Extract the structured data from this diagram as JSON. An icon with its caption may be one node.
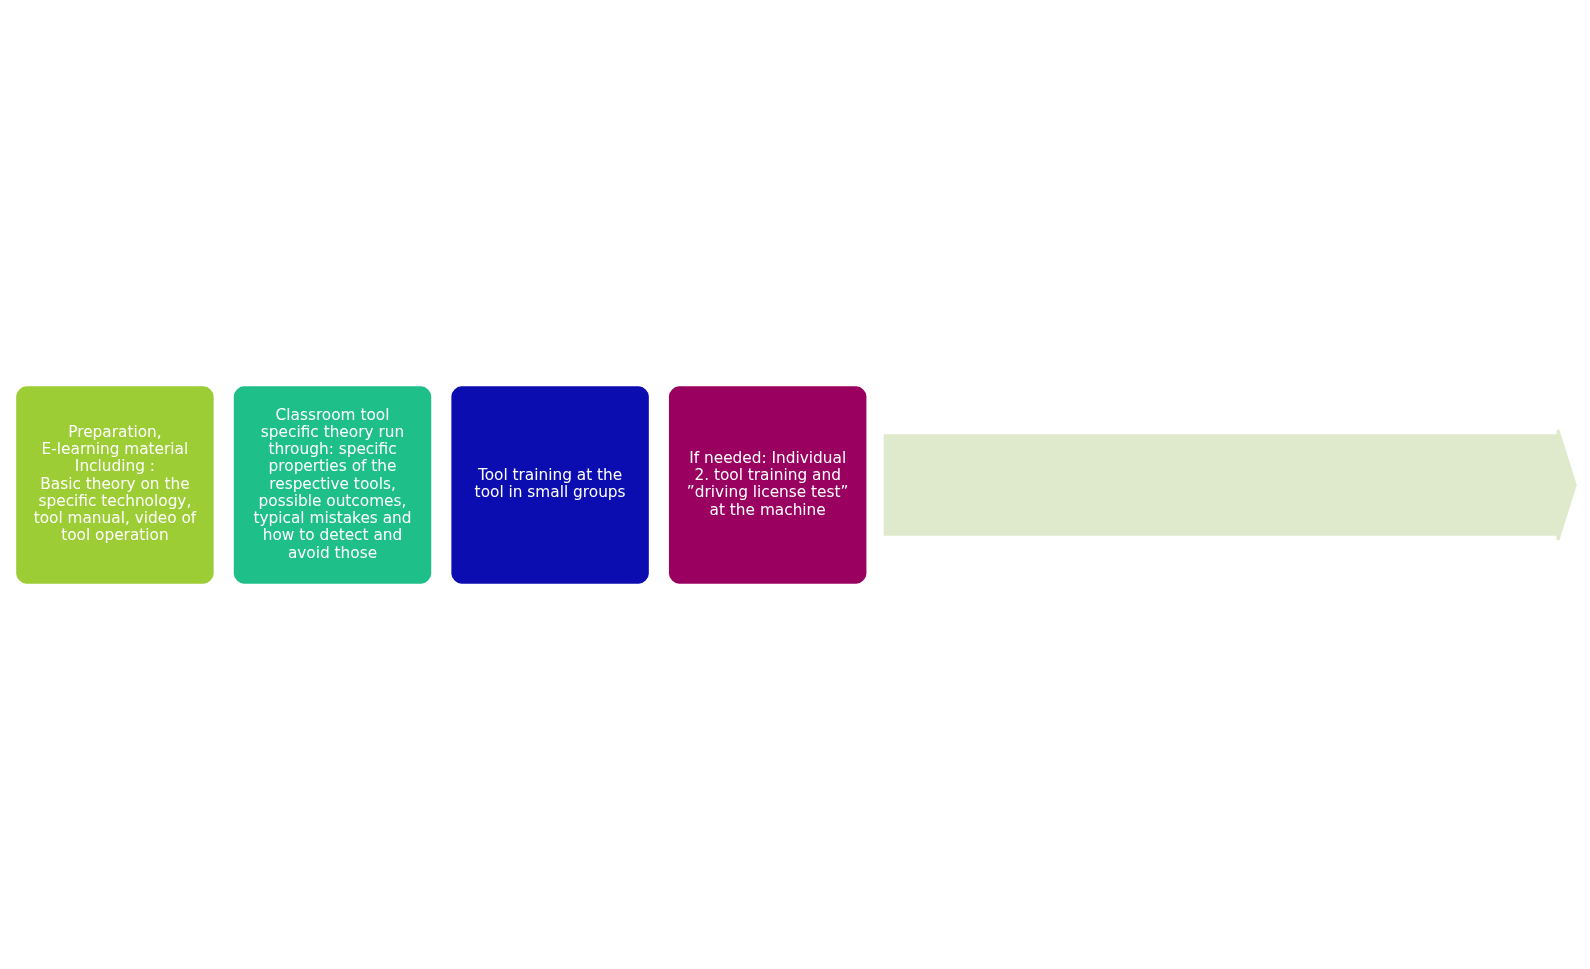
{
  "diagram": {
    "nodes": [
      {
        "text": [
          "Preparation,",
          "E-learning material",
          "Including :",
          "Basic theory on the specific technology, tool manual, video of tool operation"
        ]
      },
      {
        "text": [
          "Classroom tool specific theory run through: specific properties of the respective tools, possible outcomes, typical mistakes and how to detect and avoid those"
        ]
      },
      {
        "text": [
          "Tool training at the tool in small groups"
        ]
      },
      {
        "text": [
          "If needed: Individual 2. tool training and ”driving license test” at the machine"
        ]
      },
      {
        "text": [],
        "shape": "arrow"
      }
    ]
  }
}
